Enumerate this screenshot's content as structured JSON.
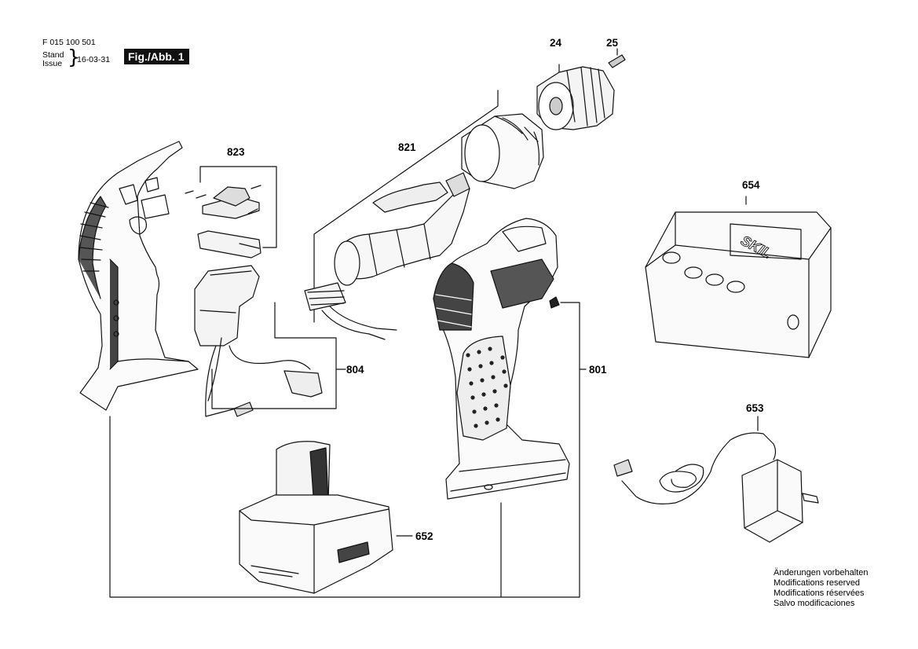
{
  "header": {
    "document_number": "F 015 100 501",
    "stand_label": "Stand",
    "issue_label": "Issue",
    "issue_date": "16-03-31",
    "figure_label": "Fig./Abb. 1"
  },
  "part_numbers": {
    "chuck": "24",
    "screw": "25",
    "gear_motor": "821",
    "switch_holder": "823",
    "switch_wiring": "804",
    "housing": "801",
    "battery": "652",
    "charger": "654",
    "adapter": "653"
  },
  "brand_logo": "SKIL",
  "notes": [
    "Änderungen vorbehalten",
    "Modifications reserved",
    "Modifications réservées",
    "Salvo modificaciones"
  ]
}
